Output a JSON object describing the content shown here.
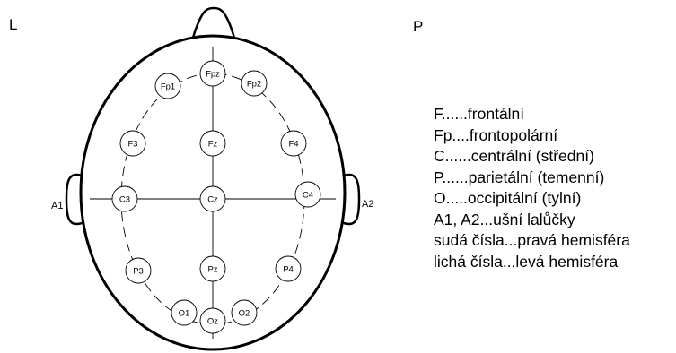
{
  "side_labels": {
    "left": "L",
    "right": "P"
  },
  "ear_labels": {
    "left": "A1",
    "right": "A2"
  },
  "electrodes": [
    {
      "id": "fp1",
      "label": "Fp1"
    },
    {
      "id": "fpz",
      "label": "Fpz"
    },
    {
      "id": "fp2",
      "label": "Fp2"
    },
    {
      "id": "f3",
      "label": "F3"
    },
    {
      "id": "fz",
      "label": "Fz"
    },
    {
      "id": "f4",
      "label": "F4"
    },
    {
      "id": "c3",
      "label": "C3"
    },
    {
      "id": "cz",
      "label": "Cz"
    },
    {
      "id": "c4",
      "label": "C4"
    },
    {
      "id": "p3",
      "label": "P3"
    },
    {
      "id": "pz",
      "label": "Pz"
    },
    {
      "id": "p4",
      "label": "P4"
    },
    {
      "id": "o1",
      "label": "O1"
    },
    {
      "id": "oz",
      "label": "Oz"
    },
    {
      "id": "o2",
      "label": "O2"
    }
  ],
  "legend": [
    "F......frontální",
    "Fp....frontopolární",
    "C......centrální (střední)",
    "P......parietální (temenní)",
    "O.....occipitální (tylní)",
    "A1, A2...ušní lalůčky",
    "sudá čísla...pravá hemisféra",
    "lichá čísla...levá hemisféra"
  ]
}
